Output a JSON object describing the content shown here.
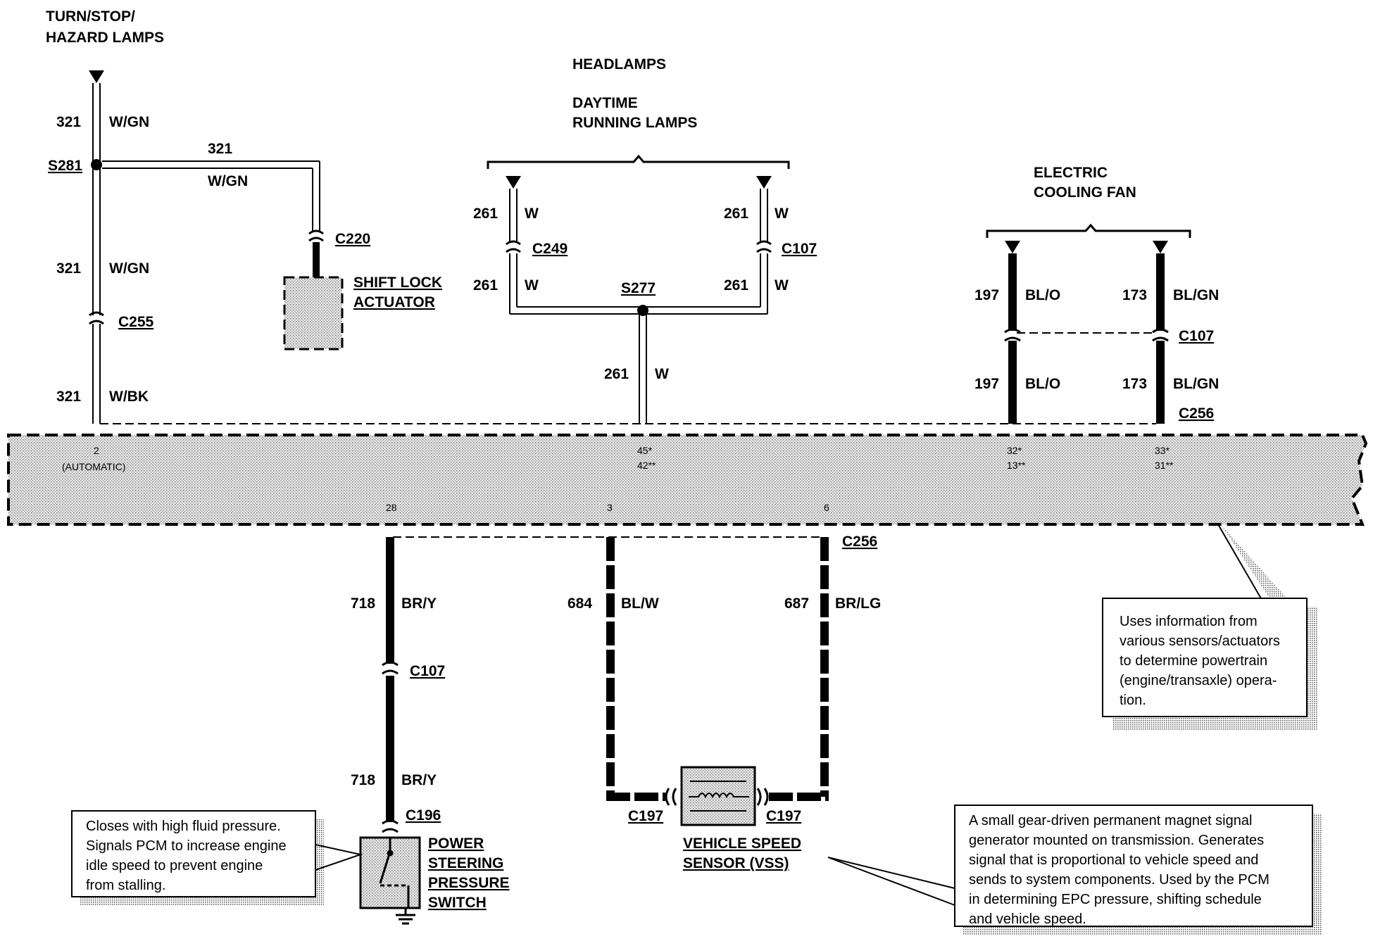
{
  "titles": {
    "turn_stop_1": "TURN/STOP/",
    "turn_stop_2": "HAZARD LAMPS",
    "headlamps": "HEADLAMPS",
    "drl_1": "DAYTIME",
    "drl_2": "RUNNING LAMPS",
    "fan_1": "ELECTRIC",
    "fan_2": "COOLING FAN"
  },
  "components": {
    "shift_lock_1": "SHIFT LOCK",
    "shift_lock_2": "ACTUATOR",
    "vss_1": "VEHICLE SPEED",
    "vss_2": "SENSOR (VSS)",
    "psps_1": "POWER",
    "psps_2": "STEERING",
    "psps_3": "PRESSURE",
    "psps_4": "SWITCH"
  },
  "connectors": {
    "s281": "S281",
    "c220": "C220",
    "c255": "C255",
    "c249": "C249",
    "c107_top": "C107",
    "s277": "S277",
    "c107_fan": "C107",
    "c256_top": "C256",
    "c256_bottom": "C256",
    "c107_bottom": "C107",
    "c196": "C196",
    "c197_left": "C197",
    "c197_right": "C197"
  },
  "wires": {
    "w321a": {
      "num": "321",
      "color": "W/GN"
    },
    "w321h": {
      "num": "321",
      "color": "W/GN"
    },
    "w321b": {
      "num": "321",
      "color": "W/GN"
    },
    "w321c": {
      "num": "321",
      "color": "W/BK"
    },
    "w261a": {
      "num": "261",
      "color": "W"
    },
    "w261b": {
      "num": "261",
      "color": "W"
    },
    "w261c": {
      "num": "261",
      "color": "W"
    },
    "w261d": {
      "num": "261",
      "color": "W"
    },
    "w261e": {
      "num": "261",
      "color": "W"
    },
    "w197a": {
      "num": "197",
      "color": "BL/O"
    },
    "w197b": {
      "num": "197",
      "color": "BL/O"
    },
    "w173a": {
      "num": "173",
      "color": "BL/GN"
    },
    "w173b": {
      "num": "173",
      "color": "BL/GN"
    },
    "w718a": {
      "num": "718",
      "color": "BR/Y"
    },
    "w718b": {
      "num": "718",
      "color": "BR/Y"
    },
    "w684": {
      "num": "684",
      "color": "BL/W"
    },
    "w687": {
      "num": "687",
      "color": "BR/LG"
    }
  },
  "pcm_pins": {
    "p2": "2",
    "p2_note": "(AUTOMATIC)",
    "p45": "45*",
    "p42": "42**",
    "p32": "32*",
    "p13": "13**",
    "p33": "33*",
    "p31": "31**",
    "p28": "28",
    "p3": "3",
    "p6": "6"
  },
  "notes": {
    "pcm": [
      "Uses information from",
      "various sensors/actuators",
      "to determine powertrain",
      "(engine/transaxle) opera-",
      "tion."
    ],
    "psps": [
      "Closes with high fluid pressure.",
      "Signals PCM to increase engine",
      "idle speed to prevent engine",
      "from stalling."
    ],
    "vss": [
      "A small gear-driven permanent magnet signal",
      "generator mounted on transmission.  Generates",
      "signal that is proportional to vehicle speed and",
      "sends to system components. Used by the PCM",
      "in determining EPC pressure, shifting schedule",
      "and vehicle speed."
    ]
  },
  "colors": {
    "ink": "#000000",
    "fill": "#c8c8c8",
    "bg": "#ffffff"
  }
}
